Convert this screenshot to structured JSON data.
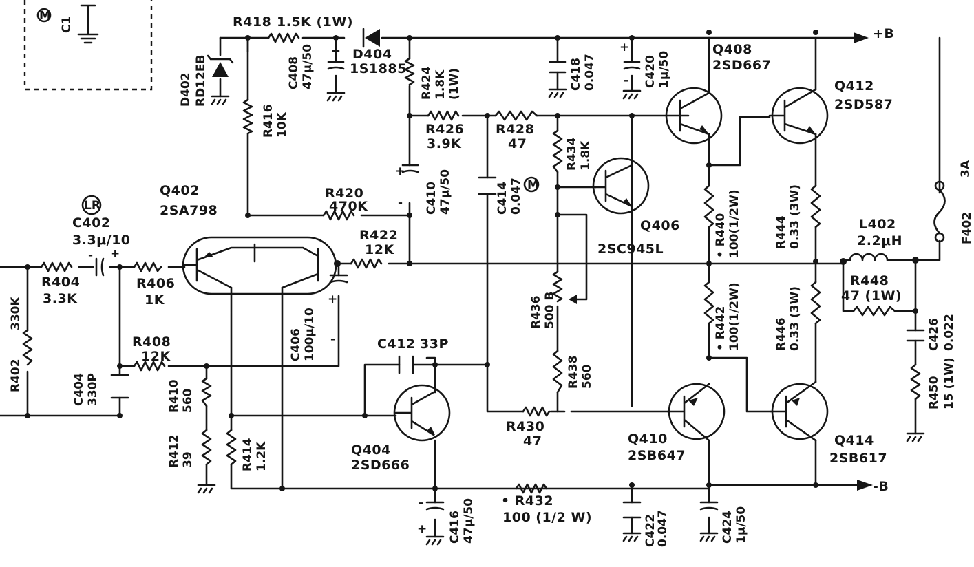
{
  "supply": {
    "pos_label": "+B",
    "neg_label": "-B"
  },
  "components": {
    "Q402": {
      "ref": "Q402",
      "type": "2SA798"
    },
    "Q404": {
      "ref": "Q404",
      "type": "2SD666"
    },
    "Q406": {
      "ref": "Q406",
      "type": "2SC945L"
    },
    "Q408": {
      "ref": "Q408",
      "type": "2SD667"
    },
    "Q410": {
      "ref": "Q410",
      "type": "2SB647"
    },
    "Q412": {
      "ref": "Q412",
      "type": "2SD587"
    },
    "Q414": {
      "ref": "Q414",
      "type": "2SB617"
    },
    "R402": {
      "ref": "R402",
      "value": "330K"
    },
    "R404": {
      "ref": "R404",
      "value": "3.3K"
    },
    "R406": {
      "ref": "R406",
      "value": "1K"
    },
    "R408": {
      "ref": "R408",
      "value": "12K"
    },
    "R410": {
      "ref": "R410",
      "value": "560"
    },
    "R412": {
      "ref": "R412",
      "value": "39"
    },
    "R414": {
      "ref": "R414",
      "value": "1.2K"
    },
    "R416": {
      "ref": "R416",
      "value": "10K"
    },
    "R418": {
      "ref": "R418",
      "value": "1.5K (1W)"
    },
    "R420": {
      "ref": "R420",
      "value": "470K"
    },
    "R422": {
      "ref": "R422",
      "value": "12K"
    },
    "R424": {
      "ref": "R424",
      "value": "1.8K",
      "rating": "(1W)"
    },
    "R426": {
      "ref": "R426",
      "value": "3.9K"
    },
    "R428": {
      "ref": "R428",
      "value": "47"
    },
    "R430": {
      "ref": "R430",
      "value": "47"
    },
    "R432": {
      "ref": "• R432",
      "value": "100 (1/2 W)"
    },
    "R434": {
      "ref": "R434",
      "value": "1.8K"
    },
    "R436": {
      "ref": "R436",
      "value": "500 B"
    },
    "R438": {
      "ref": "R438",
      "value": "560"
    },
    "R440": {
      "ref": "• R440",
      "value": "100(1/2W)"
    },
    "R442": {
      "ref": "• R442",
      "value": "100(1/2W)"
    },
    "R444": {
      "ref": "R444",
      "value": "0.33 (3W)"
    },
    "R446": {
      "ref": "R446",
      "value": "0.33 (3W)"
    },
    "R448": {
      "ref": "R448",
      "value": "47 (1W)"
    },
    "R450": {
      "ref": "R450",
      "value": "15 (1W)"
    },
    "C402": {
      "ref": "C402",
      "value": "3.3μ/10",
      "tag": "LR"
    },
    "C404": {
      "ref": "C404",
      "value": "330P"
    },
    "C406": {
      "ref": "C406",
      "value": "100μ/10"
    },
    "C408": {
      "ref": "C408",
      "value": "47μ/50"
    },
    "C410": {
      "ref": "C410",
      "value": "47μ/50"
    },
    "C412": {
      "ref": "C412",
      "value": "33P"
    },
    "C414": {
      "ref": "C414",
      "value": "0.047",
      "tag": "M"
    },
    "C416": {
      "ref": "C416",
      "value": "47μ/50"
    },
    "C418": {
      "ref": "C418",
      "value": "0.047"
    },
    "C420": {
      "ref": "C420",
      "value": "1μ/50"
    },
    "C422": {
      "ref": "C422",
      "value": "0.047"
    },
    "C424": {
      "ref": "C424",
      "value": "1μ/50"
    },
    "C426": {
      "ref": "C426",
      "value": "0.022"
    },
    "D402": {
      "ref": "D402",
      "value": "RD12EB"
    },
    "D404": {
      "ref": "D404",
      "value": "1S1885"
    },
    "L402": {
      "ref": "L402",
      "value": "2.2μH"
    },
    "F402": {
      "ref": "F402",
      "value": "3A"
    }
  },
  "box_tag": "M",
  "box_cap": "C1"
}
